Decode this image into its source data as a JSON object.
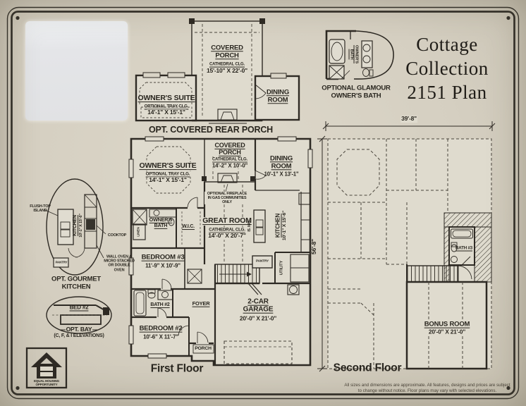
{
  "sheet": {
    "title_lines": [
      "Cottage",
      "Collection",
      "2151 Plan"
    ],
    "disclaimer_line1": "All sizes and dimensions are approximate. All features, designs and prices are subject",
    "disclaimer_line2": "to change without notice. Floor plans may vary with selected elevations.",
    "equal_housing": "EQUAL HOUSING OPPORTUNITY"
  },
  "colors": {
    "paper": "#d6d0c2",
    "ink": "#2b2823"
  },
  "rear_porch_option": {
    "caption": "OPT. COVERED REAR PORCH",
    "porch_name": "COVERED PORCH",
    "porch_ceiling": "CATHEDRAL CLG.",
    "porch_dims": "15'-10\" X 22'-0\"",
    "suite_name": "OWNER'S SUITE",
    "suite_ceiling": "OPTIONAL TRAY CLG.",
    "suite_dims": "14'-1\" X 15'-1\"",
    "dining_name": "DINING ROOM"
  },
  "glamour_bath_option": {
    "caption": "OPTIONAL GLAMOUR OWNER'S BATH",
    "room": "OWNER'S BATH"
  },
  "first_floor": {
    "caption": "First Floor",
    "owners_suite_name": "OWNER'S SUITE",
    "owners_suite_ceiling": "OPTIONAL TRAY CLG.",
    "owners_suite_dims": "14'-1\" X 15'-1\"",
    "porch_name": "COVERED PORCH",
    "porch_ceiling": "CATHEDRAL CLG.",
    "porch_dims": "14'-2\" X 10'-0\"",
    "dining_name": "DINING ROOM",
    "dining_dims": "10'-1\" X 13'-1\"",
    "fireplace_note": "OPTIONAL FIREPLACE IN GAS COMMUNITIES ONLY",
    "owners_bath": "OWNER'S BATH",
    "wic": "W.I.C.",
    "linen": "LINEN",
    "great_room_name": "GREAT ROOM",
    "great_room_ceiling": "CATHEDRAL CLG.",
    "great_room_dims": "14'-0\" X 20'-7\"",
    "kitchen_name": "KITCHEN",
    "kitchen_dims": "10'-1\" X 15'-6\"",
    "island_mic": "IS. MIC",
    "pantry": "PANTRY",
    "utility": "UTILITY",
    "bedroom3_name": "BEDROOM #3",
    "bedroom3_dims": "11'-9\" X 10'-9\"",
    "bath2": "BATH #2",
    "foyer": "FOYER",
    "bedroom2_name": "BEDROOM #2",
    "bedroom2_dims": "10'-6\" X 11'-7\"",
    "porch_label": "PORCH",
    "garage_name": "2-CAR GARAGE",
    "garage_dims": "20'-0\" X 21'-0\""
  },
  "gourmet_option": {
    "caption": "OPT. GOURMET KITCHEN",
    "island_note": "FLUSH-TOP ISLAND",
    "kitchen_name": "KITCHEN",
    "kitchen_dims": "10'-1\" X 15'-6\"",
    "cooktop_note": "COOKTOP",
    "wall_oven_note": "WALL OVEN & MICRO STACKED OR DOUBLE OVEN",
    "pantry": "PANTRY"
  },
  "bay_option": {
    "bed_label": "BED #2",
    "caption": "OPT. BAY",
    "caption_sub": "(C, F, & I ELEVATIONS)"
  },
  "second_floor": {
    "caption": "Second Floor",
    "width_dim": "39'-8\"",
    "depth_dim": "56'-8\"",
    "bonus_name": "BONUS ROOM",
    "bonus_dims": "20'-0\" X 21'-0\"",
    "bath3": "BATH #3"
  }
}
